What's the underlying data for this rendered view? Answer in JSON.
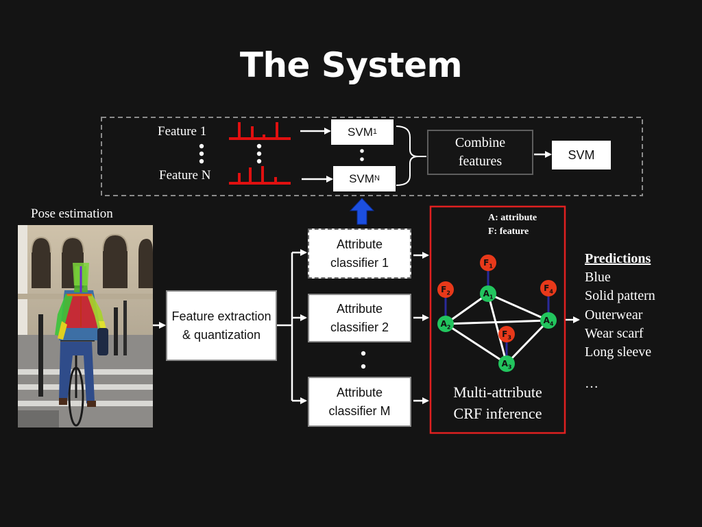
{
  "title": "The System",
  "features": {
    "feature_1": "Feature 1",
    "feature_n": "Feature N",
    "svm_1": "SVM",
    "svm_1_sub": "1",
    "svm_n": "SVM",
    "svm_n_sub": "N",
    "combine": "Combine features",
    "svm_final": "SVM"
  },
  "pose": {
    "label": "Pose estimation"
  },
  "pipeline": {
    "feature_extraction": "Feature extraction & quantization",
    "classifier_1": "Attribute classifier 1",
    "classifier_2": "Attribute classifier 2",
    "classifier_m": "Attribute classifier M"
  },
  "crf": {
    "legend_a": "A: attribute",
    "legend_f": "F: feature",
    "caption_line1": "Multi-attribute",
    "caption_line2": "CRF inference",
    "nodes": [
      {
        "id": "F1",
        "base": "F",
        "sub": "1",
        "type": "feature"
      },
      {
        "id": "F2",
        "base": "F",
        "sub": "2",
        "type": "feature"
      },
      {
        "id": "F3",
        "base": "F",
        "sub": "3",
        "type": "feature"
      },
      {
        "id": "F4",
        "base": "F",
        "sub": "4",
        "type": "feature"
      },
      {
        "id": "A1",
        "base": "A",
        "sub": "1",
        "type": "attribute"
      },
      {
        "id": "A2",
        "base": "A",
        "sub": "2",
        "type": "attribute"
      },
      {
        "id": "A3",
        "base": "A",
        "sub": "3",
        "type": "attribute"
      },
      {
        "id": "A4",
        "base": "A",
        "sub": "4",
        "type": "attribute"
      }
    ]
  },
  "predictions": {
    "heading": "Predictions",
    "items": [
      "Blue",
      "Solid pattern",
      "Outerwear",
      "Wear scarf",
      "Long sleeve",
      "…"
    ]
  },
  "colors": {
    "background": "#141414",
    "feature_node": "#e8391a",
    "attribute_node": "#22c55e",
    "crf_border": "#e02020",
    "histogram": "#e01010",
    "up_arrow": "#1c4fe0"
  }
}
